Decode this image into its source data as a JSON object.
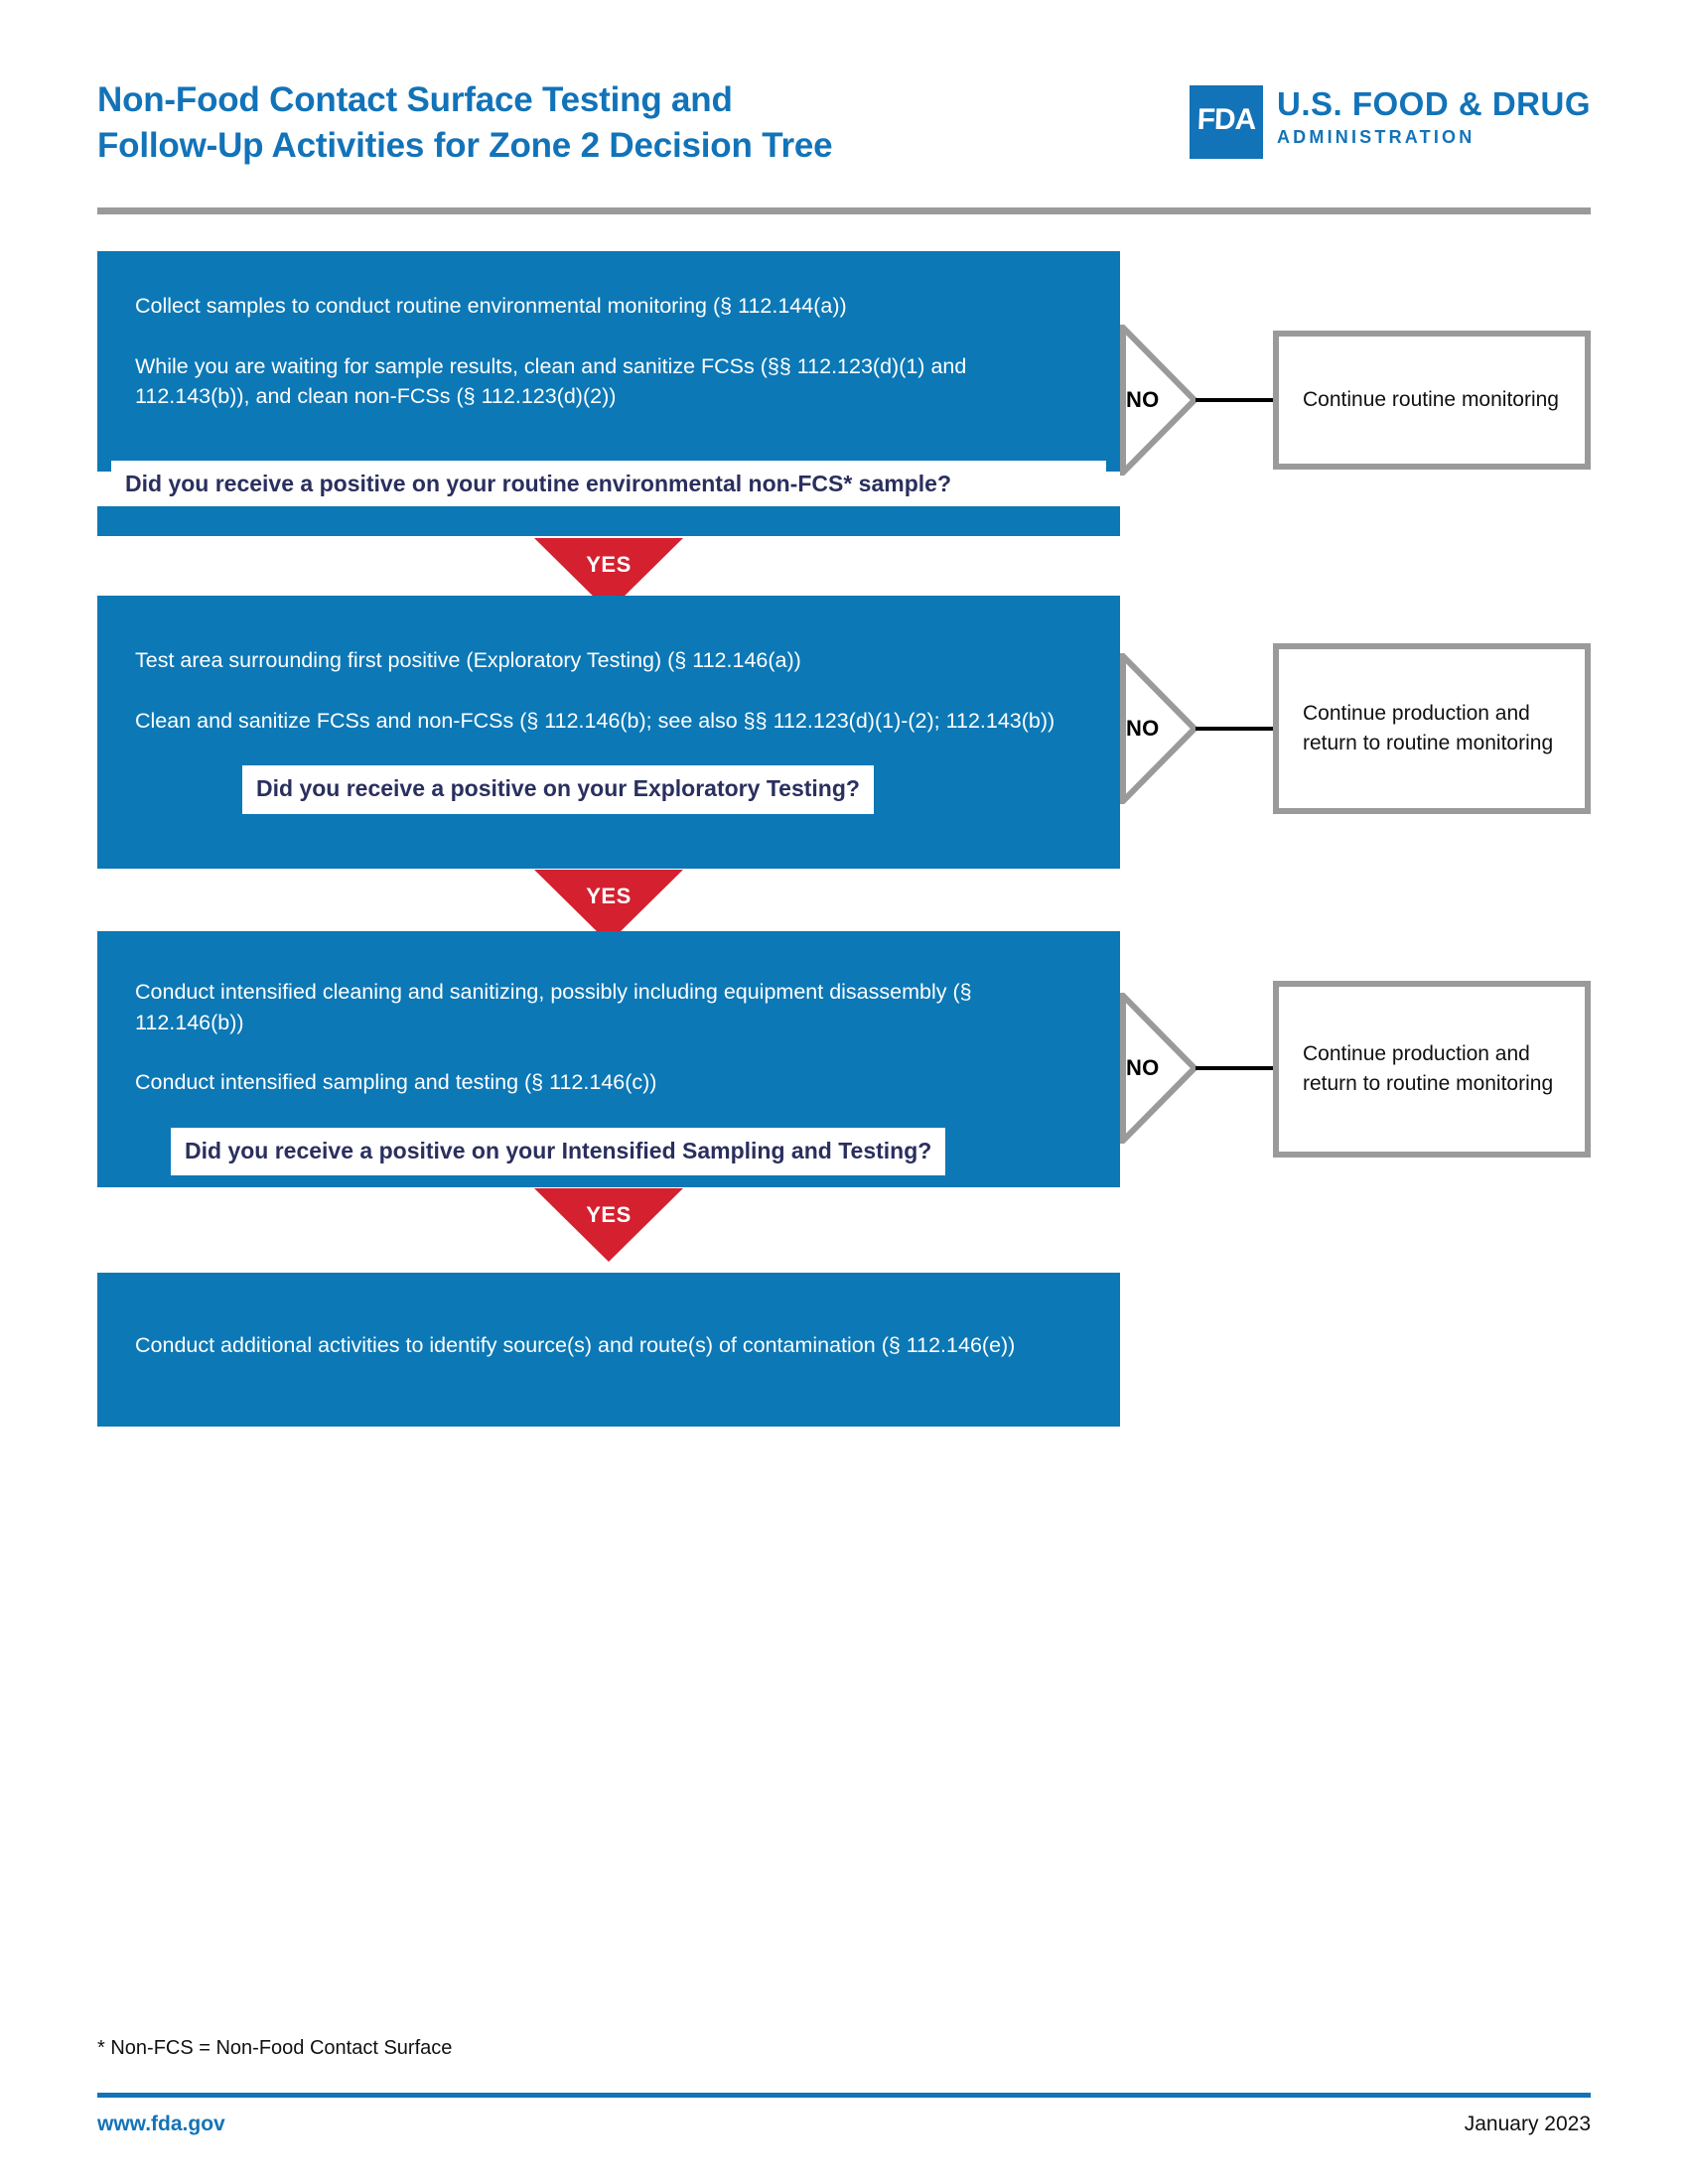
{
  "header": {
    "title_line1": "Non-Food Contact Surface Testing and",
    "title_line2": "Follow-Up Activities for Zone 2 Decision Tree",
    "logo": {
      "mark_text": "FDA",
      "wordmark_line1": "U.S. FOOD & DRUG",
      "wordmark_line2": "ADMINISTRATION"
    }
  },
  "colors": {
    "brand_blue": "#1273B8",
    "box_blue": "#0C78B6",
    "yes_red": "#D4202F",
    "outline_gray": "#9A9A9A",
    "question_navy": "#2A2F5E"
  },
  "flow": {
    "stages": [
      {
        "id": "stage-1",
        "lines": [
          "Collect samples to conduct routine environmental monitoring (§ 112.144(a))",
          "While you are waiting for sample results, clean and sanitize FCSs (§§ 112.123(d)(1) and 112.143(b)), and clean non-FCSs (§ 112.123(d)(2))"
        ],
        "question": "Did you receive a positive on your routine environmental non-FCS* sample?",
        "no_label": "NO",
        "no_outcome": "Continue routine monitoring",
        "yes_label": "YES"
      },
      {
        "id": "stage-2",
        "lines": [
          "Test area surrounding first positive (Exploratory Testing) (§ 112.146(a))",
          "Clean and sanitize FCSs and non-FCSs (§ 112.146(b); see also §§ 112.123(d)(1)-(2); 112.143(b))"
        ],
        "question": "Did you receive a positive on your Exploratory Testing?",
        "no_label": "NO",
        "no_outcome": "Continue production and return to routine monitoring",
        "yes_label": "YES"
      },
      {
        "id": "stage-3",
        "lines": [
          "Conduct intensified cleaning and sanitizing, possibly including equipment disassembly (§ 112.146(b))",
          "Conduct intensified sampling and testing (§ 112.146(c))"
        ],
        "question": "Did you receive a positive on your Intensified Sampling and Testing?",
        "no_label": "NO",
        "no_outcome": "Continue production and return to routine monitoring",
        "yes_label": "YES"
      },
      {
        "id": "stage-4",
        "lines": [
          "Conduct additional activities to identify source(s) and route(s) of contamination (§ 112.146(e))"
        ],
        "question": null,
        "no_label": null,
        "no_outcome": null,
        "yes_label": null
      }
    ]
  },
  "footer": {
    "footnote": "* Non-FCS = Non-Food Contact Surface",
    "url": "www.fda.gov",
    "date": "January 2023"
  }
}
